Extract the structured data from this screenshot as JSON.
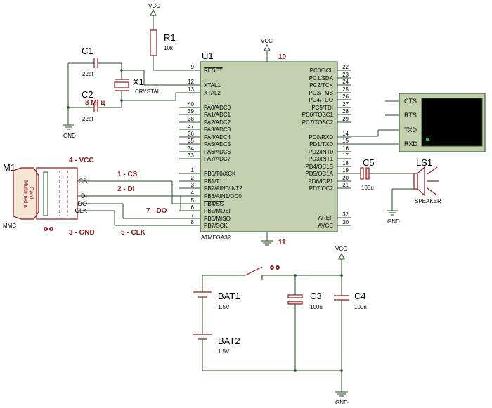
{
  "power": {
    "vcc": "VCC",
    "gnd": "GND"
  },
  "r1": {
    "ref": "R1",
    "value": "10k"
  },
  "c1": {
    "ref": "C1",
    "value": "22pf"
  },
  "c2": {
    "ref": "C2",
    "value": "22pf"
  },
  "x1": {
    "ref": "X1",
    "type": "CRYSTAL",
    "freq": "8 МГц"
  },
  "u1": {
    "ref": "U1",
    "part": "ATMEGA32",
    "pin10": "10",
    "pin11": "11",
    "left_pins": [
      {
        "num": "9",
        "name": "RESET"
      },
      {
        "num": "12",
        "name": "XTAL1"
      },
      {
        "num": "13",
        "name": "XTAL2"
      },
      {
        "num": "40",
        "name": "PA0/ADC0"
      },
      {
        "num": "39",
        "name": "PA1/ADC1"
      },
      {
        "num": "38",
        "name": "PA2/ADC2"
      },
      {
        "num": "37",
        "name": "PA3/ADC3"
      },
      {
        "num": "36",
        "name": "PA4/ADC4"
      },
      {
        "num": "35",
        "name": "PA5/ADC5"
      },
      {
        "num": "34",
        "name": "PA6/ADC6"
      },
      {
        "num": "33",
        "name": "PA7/ADC7"
      },
      {
        "num": "1",
        "name": "PB0/T0/XCK"
      },
      {
        "num": "2",
        "name": "PB1/T1"
      },
      {
        "num": "3",
        "name": "PB2/AIN0/INT2"
      },
      {
        "num": "4",
        "name": "PB3/AIN1/OC0"
      },
      {
        "num": "5",
        "name": "PB4/SS"
      },
      {
        "num": "6",
        "name": "PB5/MOSI"
      },
      {
        "num": "7",
        "name": "PB6/MISO"
      },
      {
        "num": "8",
        "name": "PB7/SCK"
      }
    ],
    "right_pins": [
      {
        "num": "22",
        "name": "PC0/SCL"
      },
      {
        "num": "23",
        "name": "PC1/SDA"
      },
      {
        "num": "24",
        "name": "PC2/TCK"
      },
      {
        "num": "25",
        "name": "PC3/TMS"
      },
      {
        "num": "26",
        "name": "PC4/TDO"
      },
      {
        "num": "27",
        "name": "PC5/TDI"
      },
      {
        "num": "28",
        "name": "PC6/TOSC1"
      },
      {
        "num": "29",
        "name": "PC7/TOSC2"
      },
      {
        "num": "14",
        "name": "PD0/RXD"
      },
      {
        "num": "15",
        "name": "PD1/TXD"
      },
      {
        "num": "16",
        "name": "PD2/INT0"
      },
      {
        "num": "17",
        "name": "PD3/INT1"
      },
      {
        "num": "18",
        "name": "PD4/OC1B"
      },
      {
        "num": "19",
        "name": "PD5/OC1A"
      },
      {
        "num": "20",
        "name": "PD6/ICP1"
      },
      {
        "num": "21",
        "name": "PD7/OC2"
      },
      {
        "num": "32",
        "name": "AREF"
      },
      {
        "num": "30",
        "name": "AVCC"
      }
    ]
  },
  "terminal": {
    "pins": [
      "CTS",
      "RTS",
      "TXD",
      "RXD"
    ]
  },
  "c5": {
    "ref": "C5",
    "value": "100u"
  },
  "ls1": {
    "ref": "LS1",
    "type": "SPEAKER"
  },
  "mmc": {
    "ref": "M1",
    "type": "MMC",
    "card_label_1": "Multimedia",
    "card_label_2": "Card",
    "pins": [
      "CS",
      "DI",
      "DO",
      "CLK"
    ],
    "net_vcc": "4 - VCC",
    "net_gnd": "3 - GND",
    "net_cs": "1 - CS",
    "net_di": "2 - DI",
    "net_do": "7 - DO",
    "net_clk": "5 - CLK"
  },
  "bat1": {
    "ref": "BAT1",
    "value": "1.5V"
  },
  "bat2": {
    "ref": "BAT2",
    "value": "1.5V"
  },
  "c3": {
    "ref": "C3",
    "value": "100u"
  },
  "c4": {
    "ref": "C4",
    "value": "100n"
  }
}
